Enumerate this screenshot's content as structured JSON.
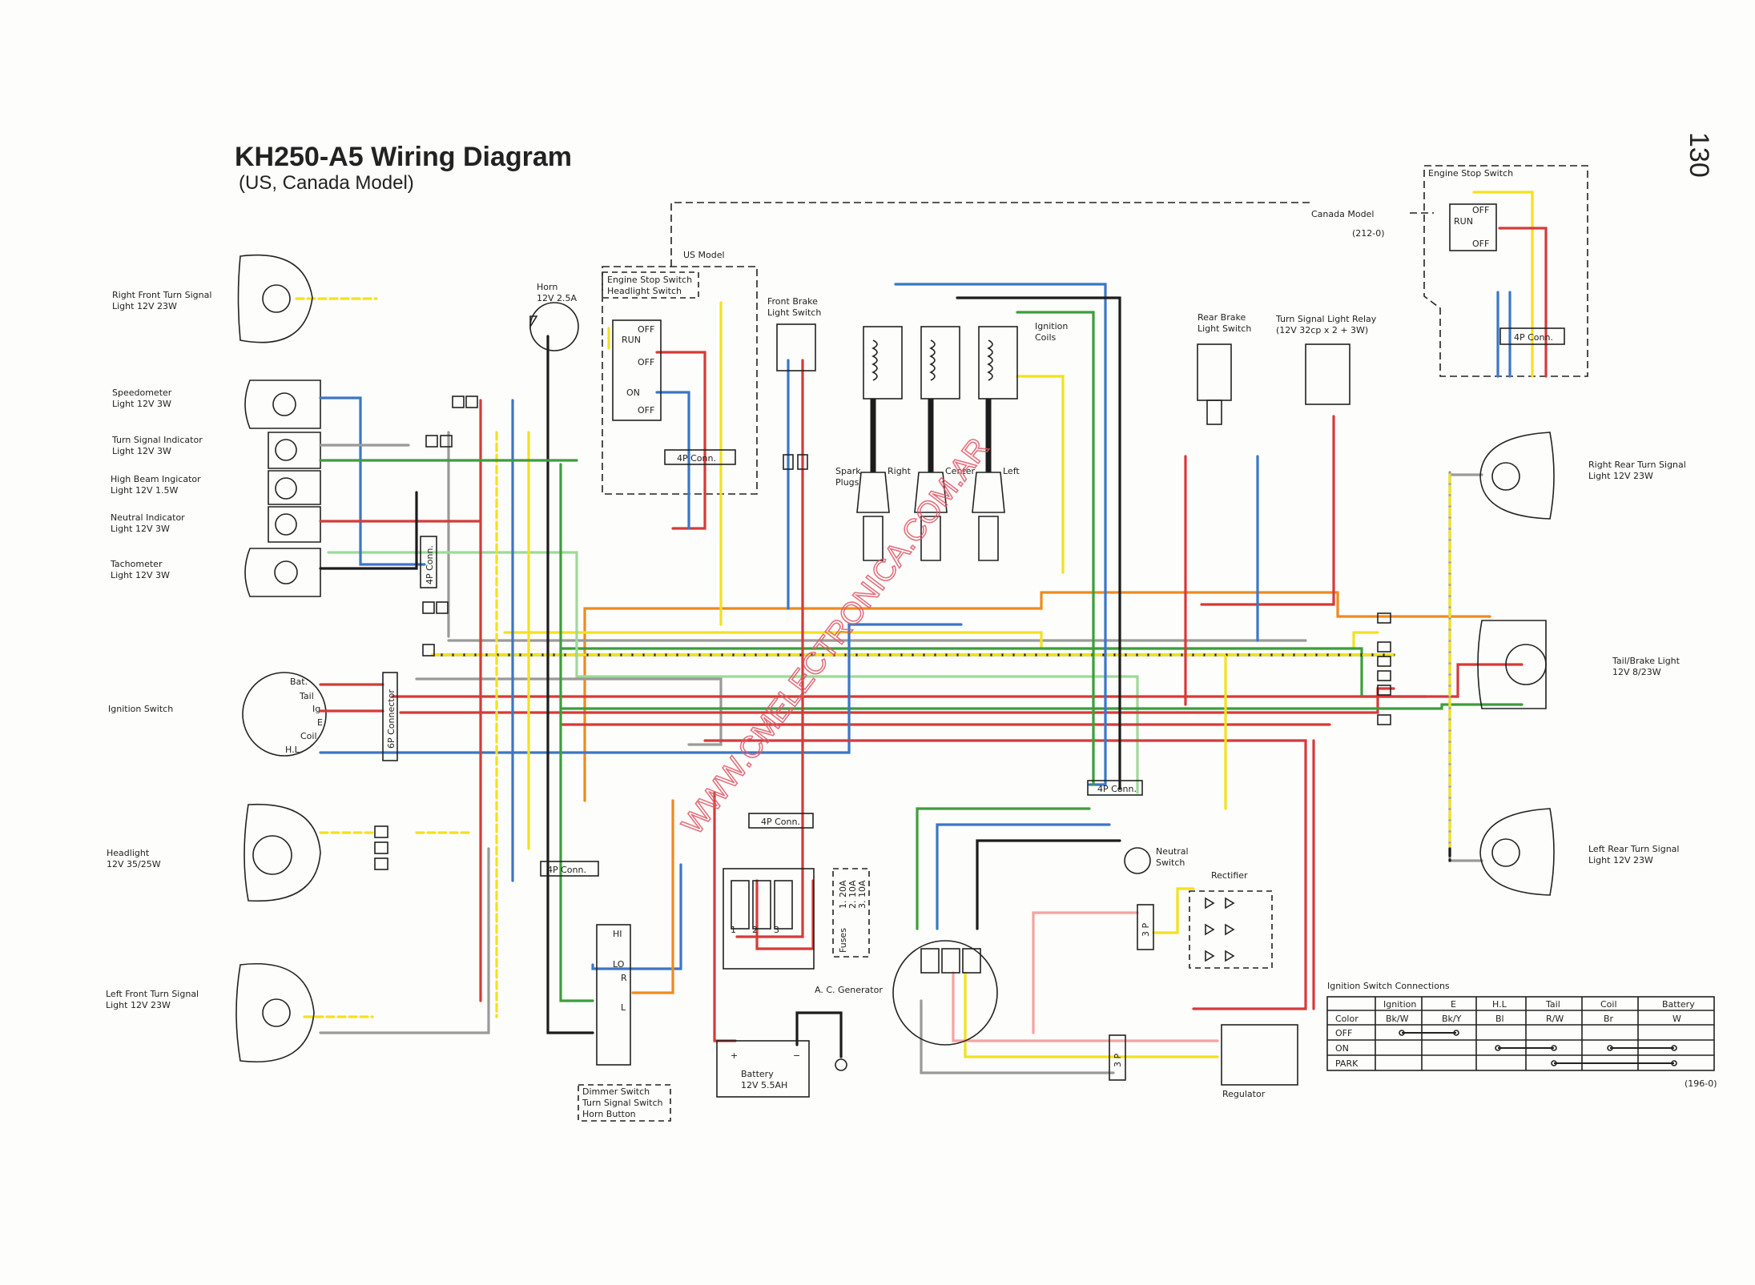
{
  "header": {
    "title": "KH250-A5  Wiring Diagram",
    "subtitle": "(US, Canada Model)",
    "page_number": "130",
    "watermark": "WWW.CMELECTRONICA.COM.AR"
  },
  "regions": {
    "us_model": "US Model",
    "canada_model": "Canada  Model",
    "canada_code": "(212-0)",
    "figure_code": "(196-0)"
  },
  "wire_colors": {
    "red": "#d63a3a",
    "blue": "#3b76c8",
    "yellow": "#f2e21d",
    "green": "#3c9e3a",
    "black": "#1c1c1c",
    "orange": "#ef8a1f",
    "gray": "#9a9a9a",
    "light_green": "#9ed99a",
    "pink": "#f5a3a3",
    "brown": "#8a5a2b"
  },
  "components": {
    "rf_turn": [
      "Right Front Turn Signal",
      "Light 12V 23W"
    ],
    "speedo": [
      "Speedometer",
      "Light 12V 3W"
    ],
    "turn_ind": [
      "Turn Signal Indicator",
      "Light 12V 3W"
    ],
    "high_beam": [
      "High Beam Ingicator",
      "Light 12V 1.5W"
    ],
    "neutral_ind": [
      "Neutral Indicator",
      "Light 12V 3W"
    ],
    "tacho": [
      "Tachometer",
      "Light 12V 3W"
    ],
    "ign_switch": "Ignition Switch",
    "headlight": [
      "Headlight",
      "12V 35/25W"
    ],
    "lf_turn": [
      "Left Front Turn Signal",
      "Light 12V 23W"
    ],
    "horn": [
      "Horn",
      "12V 2.5A"
    ],
    "front_brake": [
      "Front Brake",
      "Light Switch"
    ],
    "spark_plugs": [
      "Spark",
      "Plugs"
    ],
    "ign_coils": [
      "Ignition",
      "Coils"
    ],
    "right": "Right",
    "center": "Center",
    "left": "Left",
    "rear_brake": [
      "Rear Brake",
      "Light Switch"
    ],
    "relay": [
      "Turn Signal Light Relay",
      "(12V 32cp x 2 + 3W)"
    ],
    "rr_turn": [
      "Right Rear Turn Signal",
      "Light 12V 23W"
    ],
    "tail": [
      "Tail/Brake Light",
      "12V 8/23W"
    ],
    "lr_turn": [
      "Left Rear Turn Signal",
      "Light 12V 23W"
    ],
    "neutral_sw": [
      "Neutral",
      "Switch"
    ],
    "rectifier": "Rectifier",
    "regulator": "Regulator",
    "generator": "A. C. Generator",
    "battery": [
      "Battery",
      "12V 5.5AH"
    ],
    "battery_plus": "+",
    "battery_minus": "−",
    "fuses": {
      "label": "Fuses",
      "ratings": [
        "1. 20A",
        "2. 10A",
        "3. 10A"
      ],
      "numbers": [
        "1",
        "2",
        "3"
      ]
    },
    "dimmer": [
      "Dimmer Switch",
      "Turn Signal Switch",
      "Horn Button"
    ],
    "engine_stop_us": [
      "Engine Stop Switch",
      "Headlight Switch"
    ],
    "engine_stop_ca": "Engine Stop Switch",
    "stop_switch_positions": {
      "off": "OFF",
      "run": "RUN",
      "on": "ON"
    },
    "dimmer_positions": [
      "HI",
      "LO",
      "R",
      "L"
    ],
    "ign_terminals": [
      "Bat.",
      "Tail",
      "Ig.",
      "E",
      "Coil",
      "H.L."
    ],
    "connectors": {
      "four_p": "4P Conn.",
      "six_p": "6P Connector",
      "three_p": "3 P"
    }
  },
  "ignition_table": {
    "title": "Ignition Switch Connections",
    "headers": [
      "",
      "Ignition",
      "E",
      "H.L",
      "Tail",
      "Coil",
      "Battery"
    ],
    "color_row": [
      "Color",
      "Bk/W",
      "Bk/Y",
      "Bl",
      "R/W",
      "Br",
      "W"
    ],
    "rows": [
      "OFF",
      "ON",
      "PARK"
    ]
  }
}
